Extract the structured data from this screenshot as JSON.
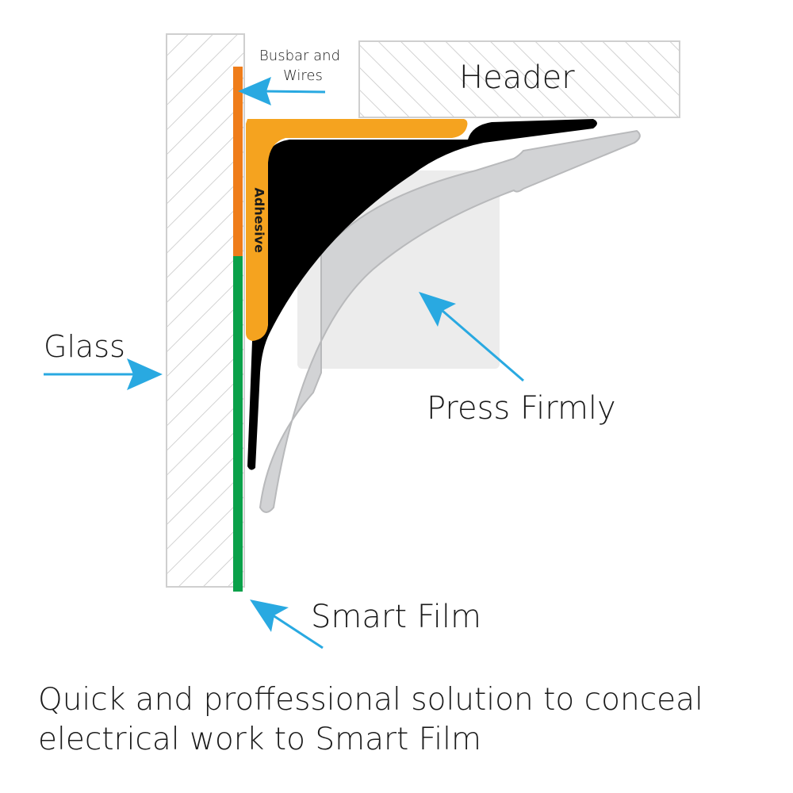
{
  "labels": {
    "busbar_line1": "Busbar and",
    "busbar_line2": "Wires",
    "header": "Header",
    "adhesive": "Adhesive",
    "glass": "Glass",
    "press_firmly": "Press Firmly",
    "smart_film": "Smart Film"
  },
  "caption": {
    "line1": "Quick and proffessional solution to conceal",
    "line2": "electrical work to Smart Film"
  },
  "colors": {
    "arrow": "#29a9e1",
    "busbar": "#ef7d1a",
    "film": "#0aa14a",
    "adhesive": "#f5a31f",
    "profile": "#000000",
    "diffuser": "#d2d3d5"
  }
}
